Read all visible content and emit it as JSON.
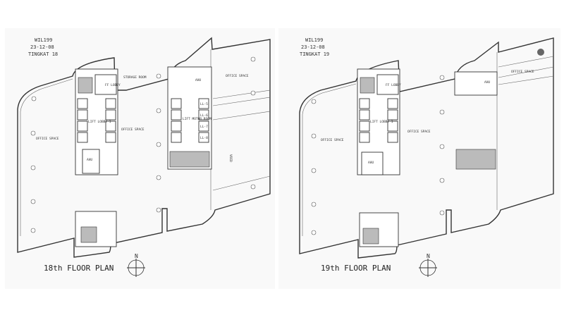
{
  "plans": [
    {
      "project": "WIL199",
      "date": "23-12-08",
      "level": "TINGKAT 18",
      "title": "18th FLOOR PLAN",
      "north": "N",
      "rooms": {
        "office_west": "OFFICE SPACE",
        "office_center": "OFFICE SPACE",
        "office_east": "OFFICE SPACE",
        "lift_lobby": "LIFT LOBBY 1",
        "lift_motor_room": "LIFT MOTOR ROOM",
        "storage": "STORAGE ROOM",
        "ahu": "AHU",
        "ff_lobby": "FF LOBBY",
        "void": "VOID"
      },
      "lifts": [
        "LL-5",
        "LL-6",
        "LL-7",
        "LL-8"
      ]
    },
    {
      "project": "WIL199",
      "date": "23-12-08",
      "level": "TINGKAT 19",
      "title": "19th FLOOR PLAN",
      "north": "N",
      "rooms": {
        "office_west": "OFFICE SPACE",
        "office_center": "OFFICE SPACE",
        "office_east": "OFFICE SPACE",
        "lift_lobby": "LIFT LOBBY 1",
        "ahu": "AHU",
        "ff_lobby": "FF LOBBY"
      }
    }
  ]
}
